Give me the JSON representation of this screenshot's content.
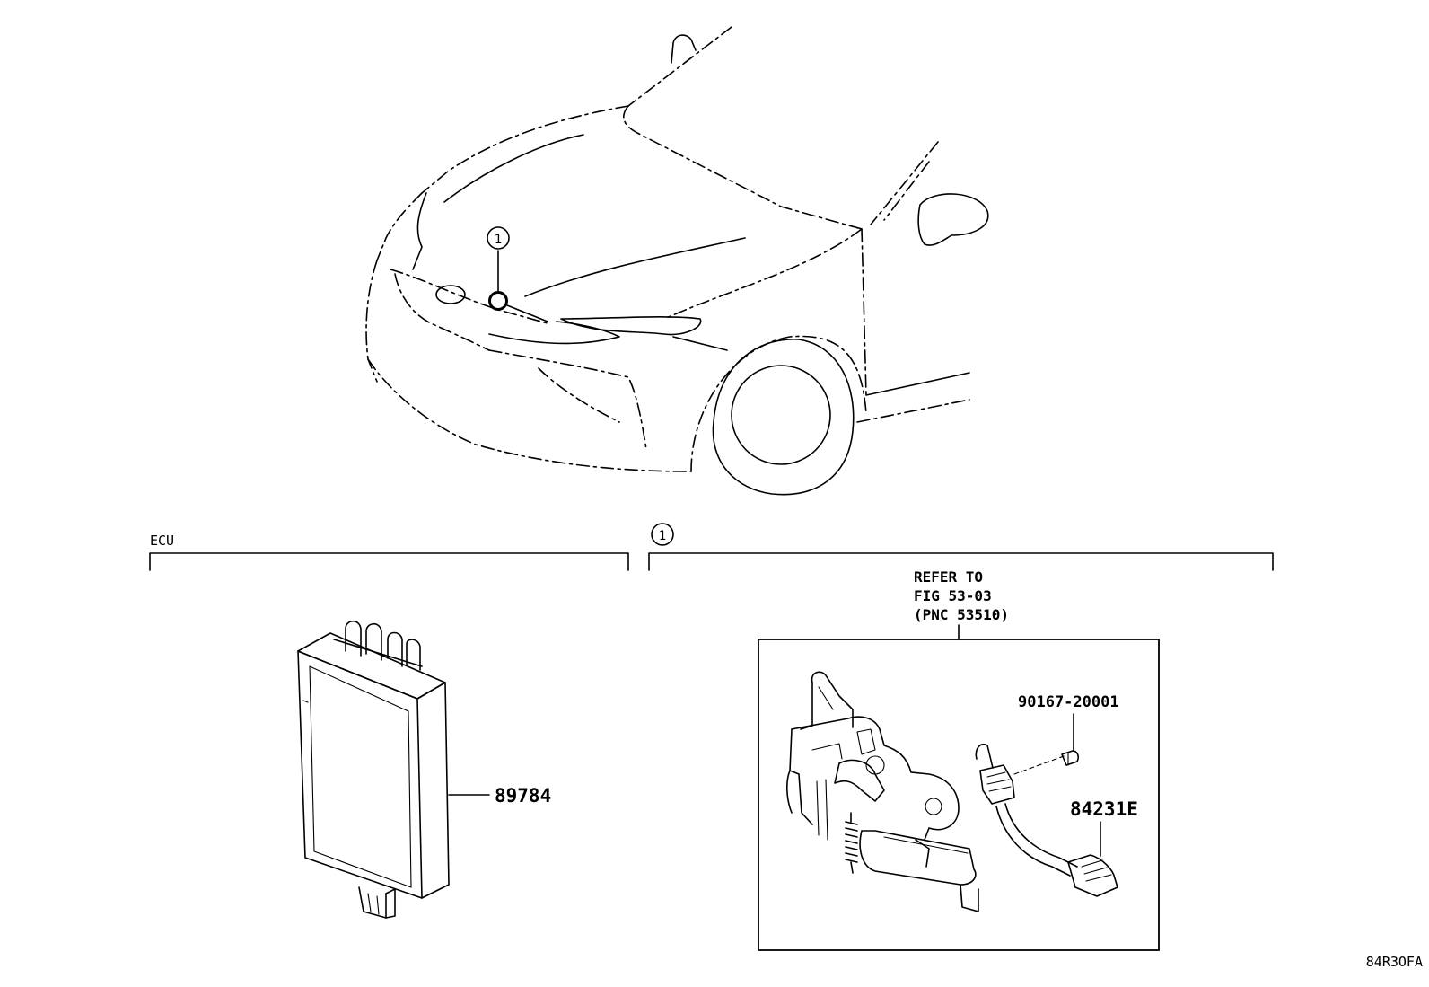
{
  "callouts": {
    "car_marker": "1",
    "section_marker": "1"
  },
  "sections": {
    "ecu_label": "ECU"
  },
  "refer": {
    "line1": "REFER TO",
    "line2": "FIG 53-03",
    "line3": "(PNC 53510)"
  },
  "parts": {
    "ecu_part": "89784",
    "bolt_part": "90167-20001",
    "harness_part": "84231E"
  },
  "figure_code": "84R3OFA"
}
